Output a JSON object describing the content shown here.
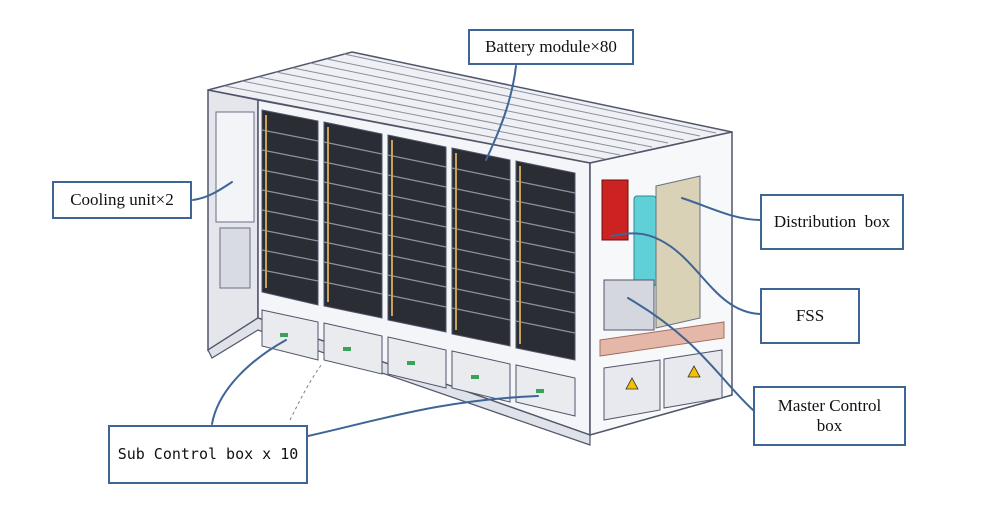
{
  "callouts": {
    "battery_module": "Battery module×80",
    "cooling_unit": "Cooling unit×2",
    "distribution_box": "Distribution  box",
    "fss": "FSS",
    "master_control_box": "Master Control\nbox",
    "sub_control_box": "Sub Control box x 10"
  },
  "colors": {
    "callout_border": "#3f6597",
    "leader_line": "#3f6597",
    "fss_unit": "#5fd0d6",
    "red_breaker": "#cc2222",
    "battery_module_face": "#222428",
    "module_handle": "#c9a15a",
    "container_line": "#50556a"
  },
  "icons": [
    "warning-triangle-icon"
  ]
}
